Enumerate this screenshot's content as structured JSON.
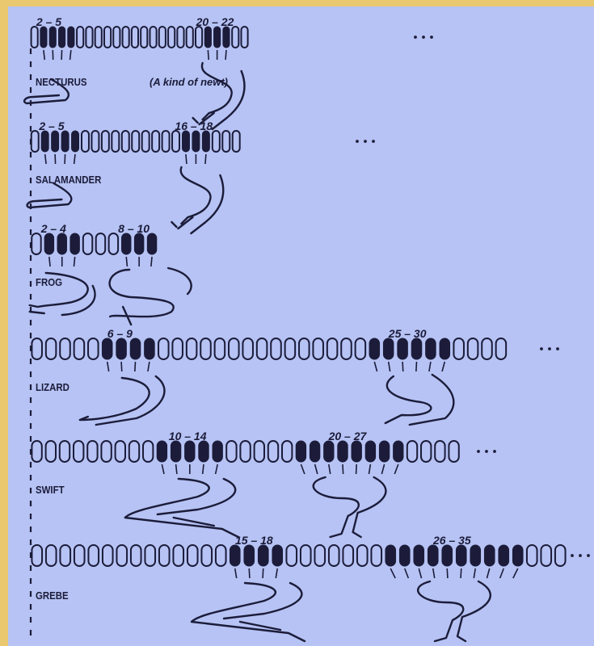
{
  "ellipsis": "...",
  "animals": [
    {
      "name": "NECTURUS",
      "note": "(A kind of newt)",
      "total": 24,
      "ranges": [
        {
          "label": "2 – 5",
          "from": 2,
          "to": 5
        },
        {
          "label": "20 – 22",
          "from": 20,
          "to": 22
        }
      ]
    },
    {
      "name": "SALAMANDER",
      "note": "",
      "total": 21,
      "ranges": [
        {
          "label": "2 – 5",
          "from": 2,
          "to": 5
        },
        {
          "label": "16 – 18",
          "from": 16,
          "to": 18
        }
      ]
    },
    {
      "name": "FROG",
      "note": "",
      "total": 10,
      "ranges": [
        {
          "label": "2 – 4",
          "from": 2,
          "to": 4
        },
        {
          "label": "8 – 10",
          "from": 8,
          "to": 10
        }
      ]
    },
    {
      "name": "LIZARD",
      "note": "",
      "total": 34,
      "ranges": [
        {
          "label": "6 – 9",
          "from": 6,
          "to": 9
        },
        {
          "label": "25 – 30",
          "from": 25,
          "to": 30
        }
      ]
    },
    {
      "name": "SWIFT",
      "note": "",
      "total": 31,
      "ranges": [
        {
          "label": "10 – 14",
          "from": 10,
          "to": 14
        },
        {
          "label": "20 – 27",
          "from": 20,
          "to": 27
        }
      ]
    },
    {
      "name": "GREBE",
      "note": "",
      "total": 38,
      "ranges": [
        {
          "label": "15 – 18",
          "from": 15,
          "to": 18
        },
        {
          "label": "26 – 35",
          "from": 26,
          "to": 35
        }
      ]
    }
  ]
}
